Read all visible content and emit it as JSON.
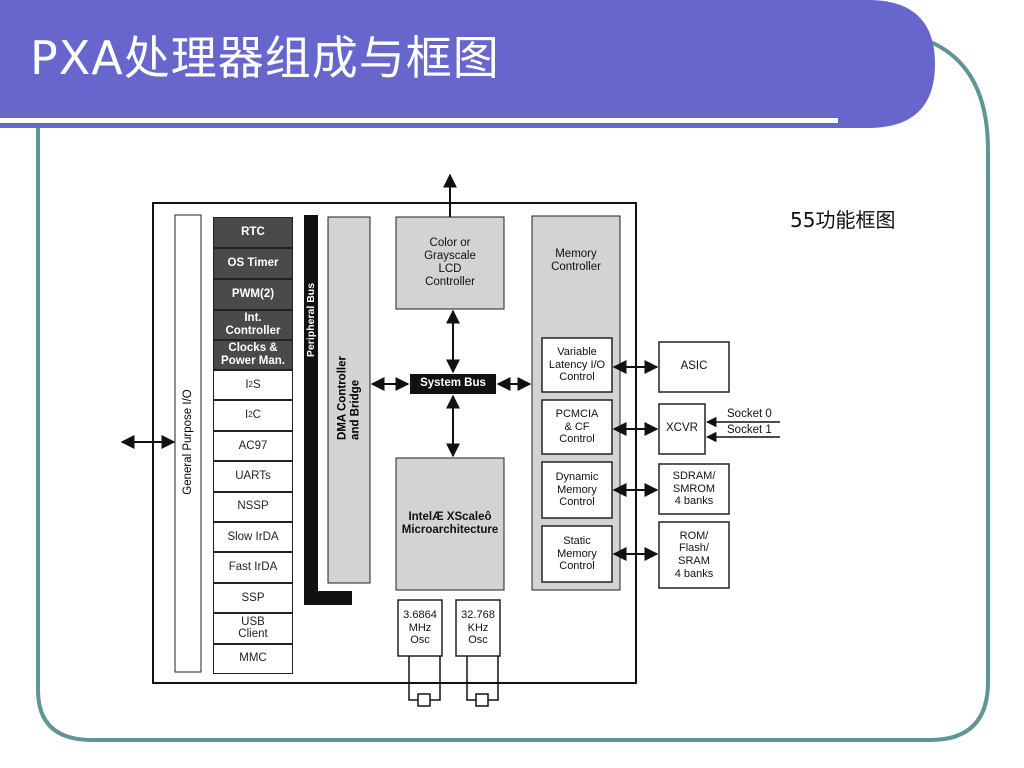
{
  "slide": {
    "title": "PXA处理器组成与框图",
    "caption": "55功能框图",
    "colors": {
      "title_bar": "#6666cc",
      "frame": "#5f9595",
      "dark_module": "#4a4a4a",
      "light_box": "#d3d3d3"
    }
  },
  "diagram": {
    "gpio_label": "General Purpose I/O",
    "peripheral_bus_label": "Peripheral Bus",
    "dma_label": "DMA Controller\nand Bridge",
    "lcd_label": "Color or\nGrayscale\nLCD\nController",
    "system_bus_label": "System Bus",
    "core_label": "IntelÆ XScaleô\nMicroarchitecture",
    "memory_controller_label": "Memory\nController",
    "osc1_label": "3.6864\nMHz\nOsc",
    "osc2_label": "32.768\nKHz\nOsc",
    "dark_modules": [
      "RTC",
      "OS Timer",
      "PWM(2)",
      "Int.\nController",
      "Clocks &\nPower Man."
    ],
    "io_modules": [
      {
        "pre": "I",
        "sup": "2",
        "post": "S"
      },
      {
        "pre": "I",
        "sup": "2",
        "post": "C"
      },
      {
        "pre": "AC97"
      },
      {
        "pre": "UARTs"
      },
      {
        "pre": "NSSP"
      },
      {
        "pre": "Slow IrDA"
      },
      {
        "pre": "Fast IrDA"
      },
      {
        "pre": "SSP"
      },
      {
        "pre": "USB\nClient"
      },
      {
        "pre": "MMC"
      }
    ],
    "memory_subblocks": [
      "Variable\nLatency I/O\nControl",
      "PCMCIA\n& CF\nControl",
      "Dynamic\nMemory\nControl",
      "Static\nMemory\nControl"
    ],
    "external": {
      "asic": "ASIC",
      "xcvr": "XCVR",
      "socket0": "Socket 0",
      "socket1": "Socket 1",
      "sdram": "SDRAM/\nSMROM\n4 banks",
      "rom": "ROM/\nFlash/\nSRAM\n4 banks"
    }
  }
}
